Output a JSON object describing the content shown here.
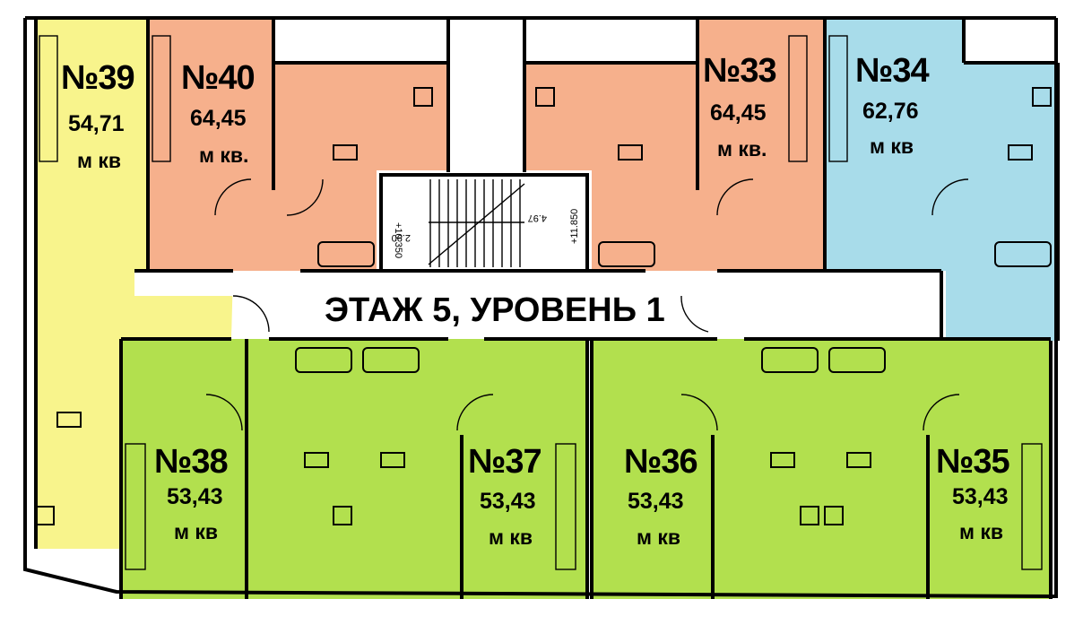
{
  "title": "ЭТАЖ 5, УРОВЕНЬ 1",
  "colors": {
    "yellow": "#f8f48c",
    "orange": "#f6b08c",
    "blue": "#a8dcea",
    "green": "#b2e04e",
    "wall": "#000000",
    "background": "#ffffff"
  },
  "stair_marks": {
    "left_level": "+10.350",
    "left_dim": "2.90",
    "right_level": "+11.850",
    "right_dim": "4.97"
  },
  "apartments": [
    {
      "id": "apt-39",
      "number": "№39",
      "area": "54,71",
      "unit": "м кв",
      "color": "yellow"
    },
    {
      "id": "apt-40",
      "number": "№40",
      "area": "64,45",
      "unit": "м кв.",
      "color": "orange"
    },
    {
      "id": "apt-33",
      "number": "№33",
      "area": "64,45",
      "unit": "м кв.",
      "color": "orange"
    },
    {
      "id": "apt-34",
      "number": "№34",
      "area": "62,76",
      "unit": "м кв",
      "color": "blue"
    },
    {
      "id": "apt-38",
      "number": "№38",
      "area": "53,43",
      "unit": "м кв",
      "color": "green"
    },
    {
      "id": "apt-37",
      "number": "№37",
      "area": "53,43",
      "unit": "м кв",
      "color": "green"
    },
    {
      "id": "apt-36",
      "number": "№36",
      "area": "53,43",
      "unit": "м кв",
      "color": "green"
    },
    {
      "id": "apt-35",
      "number": "№35",
      "area": "53,43",
      "unit": "м кв",
      "color": "green"
    }
  ]
}
